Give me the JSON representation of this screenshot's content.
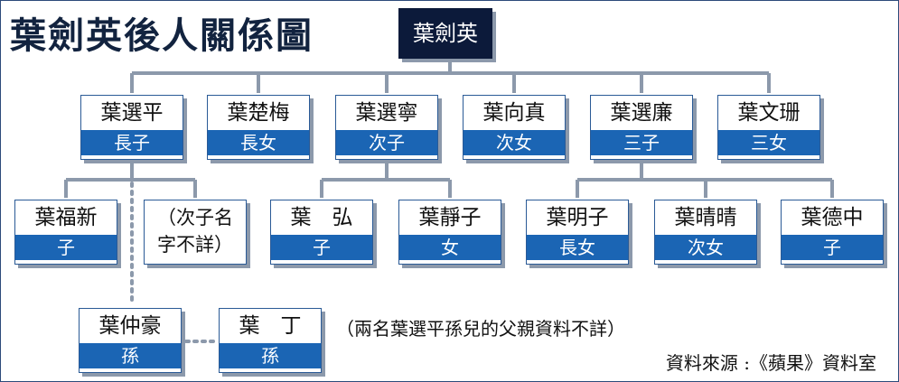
{
  "title": "葉劍英後人關係圖",
  "root": {
    "name": "葉劍英"
  },
  "children": [
    {
      "name": "葉選平",
      "role": "長子"
    },
    {
      "name": "葉楚梅",
      "role": "長女"
    },
    {
      "name": "葉選寧",
      "role": "次子"
    },
    {
      "name": "葉向真",
      "role": "次女"
    },
    {
      "name": "葉選廉",
      "role": "三子"
    },
    {
      "name": "葉文珊",
      "role": "三女"
    }
  ],
  "grandchildren": [
    {
      "name": "葉福新",
      "role": "子"
    },
    {
      "note_line1": "（次子名",
      "note_line2": "字不詳）"
    },
    {
      "name": "葉　弘",
      "role": "子"
    },
    {
      "name": "葉靜子",
      "role": "女"
    },
    {
      "name": "葉明子",
      "role": "長女"
    },
    {
      "name": "葉晴晴",
      "role": "次女"
    },
    {
      "name": "葉德中",
      "role": "子"
    }
  ],
  "great_grandchildren": [
    {
      "name": "葉仲豪",
      "role": "孫"
    },
    {
      "name": "葉　丁",
      "role": "孫"
    }
  ],
  "caption": "（兩名葉選平孫兒的父親資料不詳）",
  "source": "資料來源 :《蘋果》資料室",
  "colors": {
    "title": "#12233f",
    "root_bg": "#0c1a3a",
    "role_bg": "#1b65b4",
    "line": "#8c99ab",
    "border": "#2a5a96"
  }
}
